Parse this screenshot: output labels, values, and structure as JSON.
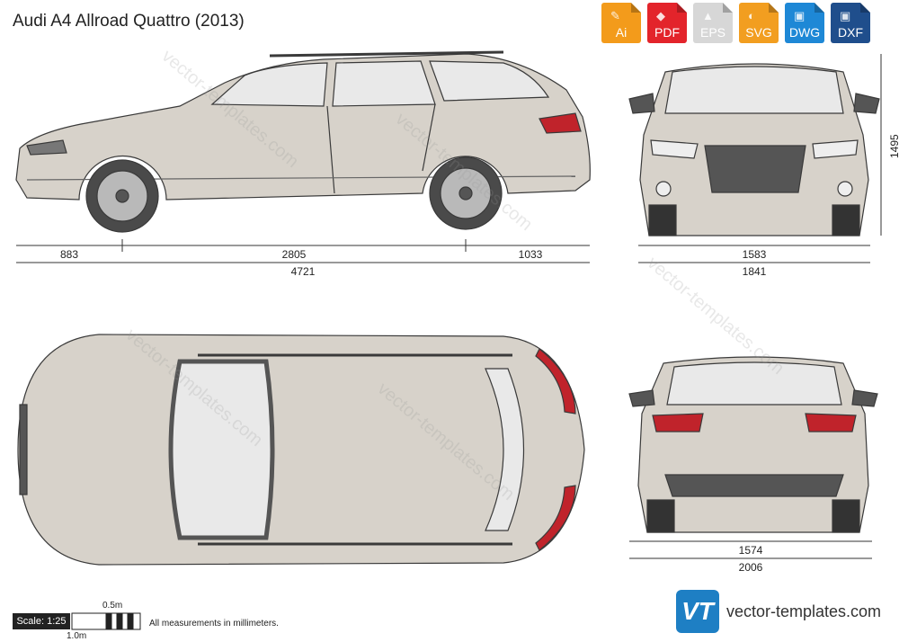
{
  "title": "Audi A4 Allroad Quattro (2013)",
  "formats": [
    {
      "label": "Ai",
      "color": "#f39b1b",
      "icon": "illustrator-icon"
    },
    {
      "label": "PDF",
      "color": "#e3242b",
      "icon": "pdf-icon"
    },
    {
      "label": "EPS",
      "color": "#d7d7d7",
      "icon": "eps-icon"
    },
    {
      "label": "SVG",
      "color": "#f29e20",
      "icon": "svg-icon"
    },
    {
      "label": "DWG",
      "color": "#1e88d6",
      "icon": "dwg-icon"
    },
    {
      "label": "DXF",
      "color": "#1f4e8c",
      "icon": "dxf-icon"
    }
  ],
  "dimensions": {
    "front_overhang": "883",
    "wheelbase": "2805",
    "rear_overhang": "1033",
    "length": "4721",
    "front_track": "1583",
    "width_front": "1841",
    "height": "1495",
    "rear_track": "1574",
    "width_mirrors": "2006"
  },
  "scale": {
    "label": "Scale: 1:25",
    "half": "0.5m",
    "full": "1.0m"
  },
  "note": "All measurements in millimeters.",
  "brand": {
    "logo": "VT",
    "url": "vector-templates.com"
  },
  "watermark": "vector-templates.com",
  "colors": {
    "body": "#d7d2ca",
    "outline": "#3a3a3a",
    "glass": "#e9e9e9",
    "dark": "#555555",
    "taillight": "#c0232b"
  }
}
